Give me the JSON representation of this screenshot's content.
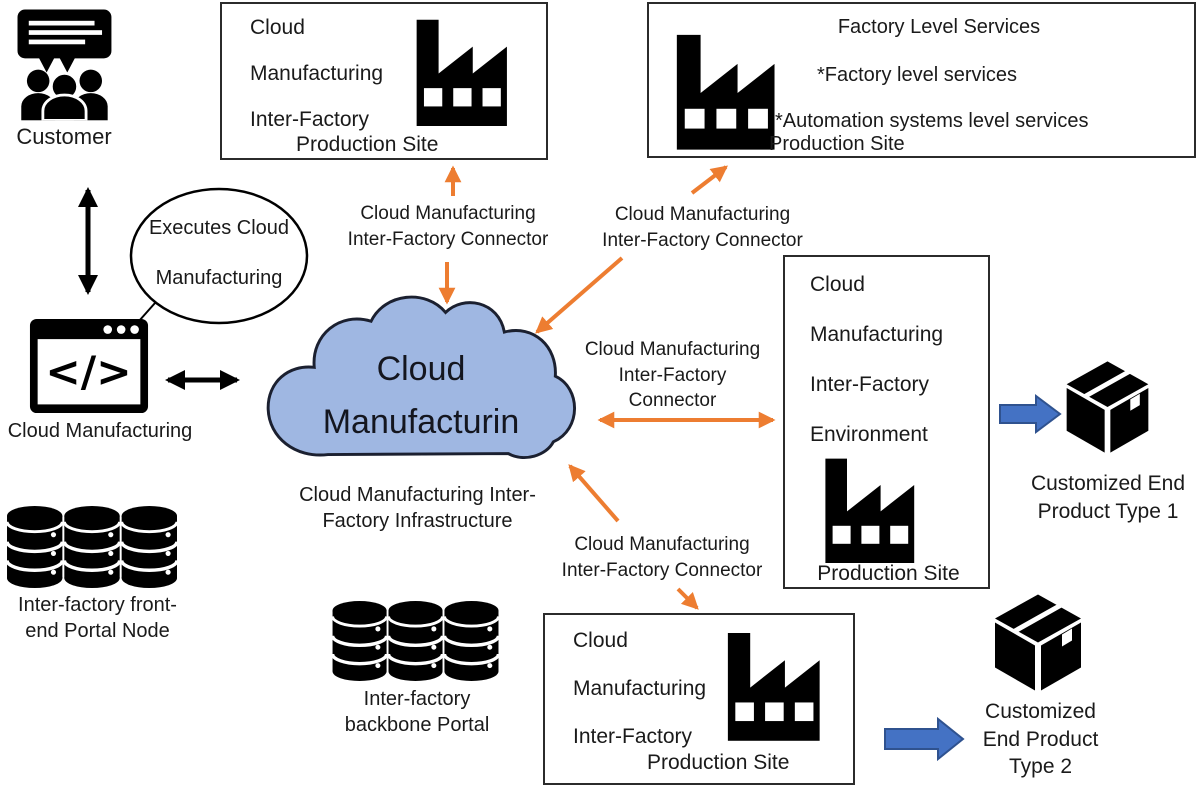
{
  "colors": {
    "cloud_fill": "#9FB7E2",
    "cloud_stroke": "#1B2030",
    "connector_orange": "#ED7D31",
    "product_arrow_fill": "#4472C4",
    "product_arrow_stroke": "#2F528F"
  },
  "nodes": {
    "customer": {
      "label": "Customer"
    },
    "cloud_manufacturing_app": {
      "label": "Cloud Manufacturing",
      "code_glyph": "</>"
    },
    "executes_bubble": {
      "line1": "Executes Cloud",
      "line2": "Manufacturing"
    },
    "cloud": {
      "line1": "Cloud",
      "line2": "Manufacturin",
      "caption1": "Cloud Manufacturing Inter-",
      "caption2": "Factory Infrastructure"
    },
    "top_production_site": {
      "line1": "Cloud",
      "line2": "Manufacturing",
      "line3": "Inter-Factory",
      "footer": "Production Site"
    },
    "factory_services": {
      "title": "Factory Level Services",
      "item1": "*Factory level services",
      "item2": "*Automation systems level services",
      "footer": "Production Site"
    },
    "right_production_site": {
      "line1": "Cloud",
      "line2": "Manufacturing",
      "line3": "Inter-Factory",
      "line4": "Environment",
      "footer": "Production Site"
    },
    "bottom_production_site": {
      "line1": "Cloud",
      "line2": "Manufacturing",
      "line3": "Inter-Factory",
      "footer": "Production Site"
    },
    "front_end_portal": {
      "line1": "Inter-factory front-",
      "line2": "end Portal Node"
    },
    "backbone_portal": {
      "line1": "Inter-factory",
      "line2": "backbone Portal"
    },
    "product_type_1": {
      "line1": "Customized End",
      "line2": "Product Type 1"
    },
    "product_type_2": {
      "line1": "Customized",
      "line2": "End Product",
      "line3": "Type 2"
    }
  },
  "connectors": {
    "to_top_site": {
      "line1": "Cloud Manufacturing",
      "line2": "Inter-Factory Connector"
    },
    "to_factory_services": {
      "line1": "Cloud Manufacturing",
      "line2": "Inter-Factory Connector"
    },
    "to_right_site": {
      "line1": "Cloud Manufacturing",
      "line2": "Inter-Factory",
      "line3": "Connector"
    },
    "to_bottom_site": {
      "line1": "Cloud Manufacturing",
      "line2": "Inter-Factory Connector"
    }
  }
}
